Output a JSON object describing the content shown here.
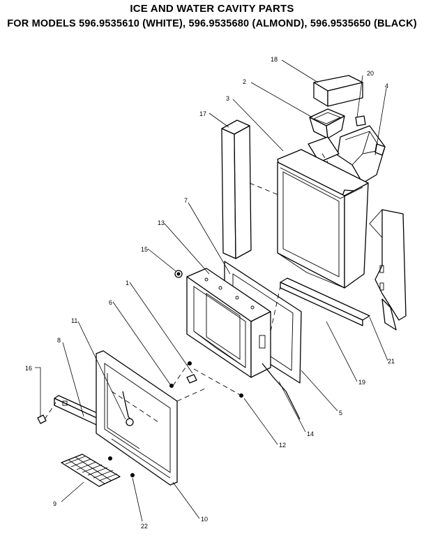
{
  "title": "ICE AND WATER CAVITY PARTS",
  "subtitle": "FOR MODELS 596.9535610 (WHITE), 596.9535680 (ALMOND), 596.9535650 (BLACK)",
  "callouts": {
    "c1": "1",
    "c2": "2",
    "c3": "3",
    "c4": "4",
    "c5": "5",
    "c6": "6",
    "c7": "7",
    "c8": "8",
    "c9": "9",
    "c10": "10",
    "c11": "11",
    "c12": "12",
    "c13": "13",
    "c14": "14",
    "c15": "15",
    "c16": "16",
    "c17": "17",
    "c18": "18",
    "c19": "19",
    "c20": "20",
    "c21": "21",
    "c22": "22"
  }
}
